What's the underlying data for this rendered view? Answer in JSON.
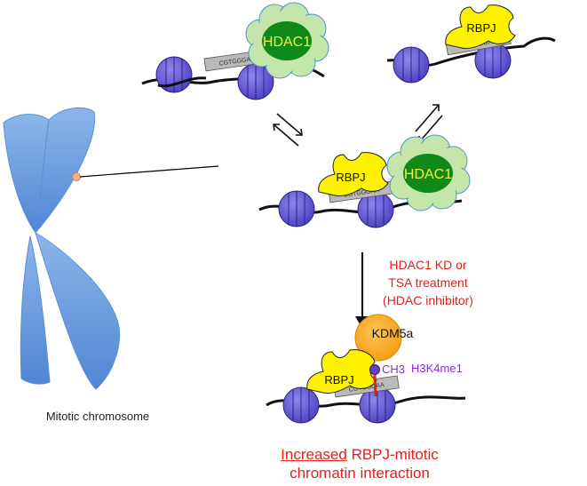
{
  "labels": {
    "hdac1": "HDAC1",
    "rbpj": "RBPJ",
    "kdm5a": "KDM5a",
    "ch3": "CH3",
    "h3k4me1": "H3K4me1",
    "dna_sequence": "CGTGGGAA",
    "mitotic_chromosome": "Mitotic chromosome"
  },
  "treatment": {
    "line1": "HDAC1 KD or",
    "line2": "TSA treatment",
    "line3": "(HDAC inhibitor)"
  },
  "conclusion": {
    "emphasis": "Increased",
    "rest": " RBPJ-mitotic",
    "line2": "chromatin interaction"
  },
  "colors": {
    "nucleosome": "#5a4fcf",
    "hdac1_cloud": "#bfe3a6",
    "hdac1_core": "#0f8a1a",
    "rbpj": "#fff200",
    "kdm5a": "#f7a81b",
    "chromosome": "#6fa0dd",
    "red_text": "#e0211d",
    "ch3_text": "#8b2be2"
  }
}
